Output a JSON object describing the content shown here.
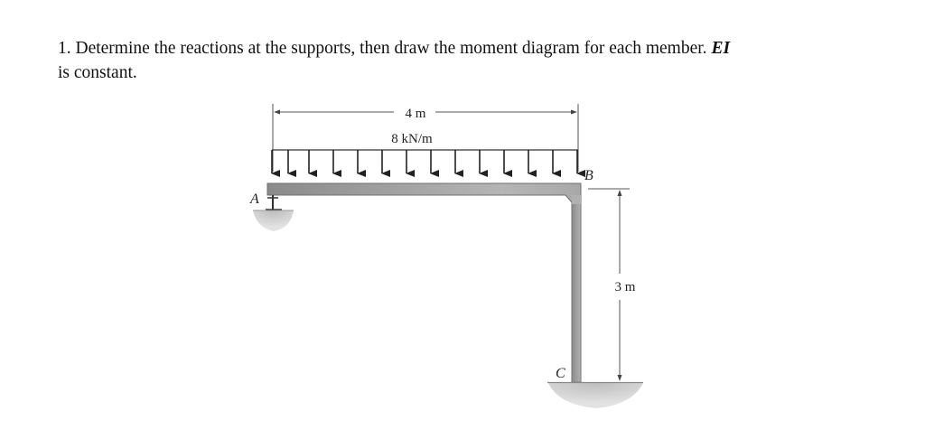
{
  "problem": {
    "number": "1.",
    "text_main": "Determine the reactions at the supports, then draw the moment diagram for each member.",
    "text_em": "EI",
    "text_tail": "is constant."
  },
  "figure": {
    "labels": {
      "A": "A",
      "B": "B",
      "C": "C"
    },
    "dimensions": {
      "horizontal": "4 m",
      "vertical": "3 m"
    },
    "load": {
      "label": "8 kN/m",
      "type": "uniformly distributed",
      "arrow_count": 14
    },
    "colors": {
      "member_fill": "#9e9e9e",
      "member_edge": "#6f6f6f",
      "ground_fill": "#c8c8c8",
      "line": "#333333"
    }
  }
}
